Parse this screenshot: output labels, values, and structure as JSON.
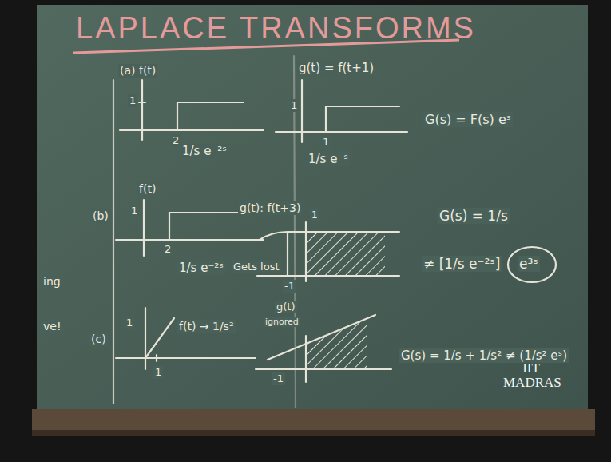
{
  "diagram": {
    "title": "LAPLACE TRANSFORMS",
    "labels": [
      "(a) f(t)",
      "1",
      "2",
      "1/s e⁻²ˢ",
      "g(t) = f(t+1)",
      "1",
      "1",
      "1/s e⁻ˢ",
      "G(s) = F(s) eˢ",
      "(b)",
      "f(t)",
      "1",
      "2",
      "1/s e⁻²ˢ",
      "g(t): f(t+3)",
      "1",
      "Gets lost",
      "-1",
      "G(s) = 1/s",
      "≠ [1/s e⁻²ˢ]",
      "e³ˢ",
      "(c)",
      "1",
      "f(t) → 1/s²",
      "1",
      "g(t)",
      "ignored",
      "-1",
      "G(s) = 1/s + 1/s² ≠ (1/s² eˢ)",
      "ing",
      "ve!",
      "IIT MADRAS"
    ]
  }
}
